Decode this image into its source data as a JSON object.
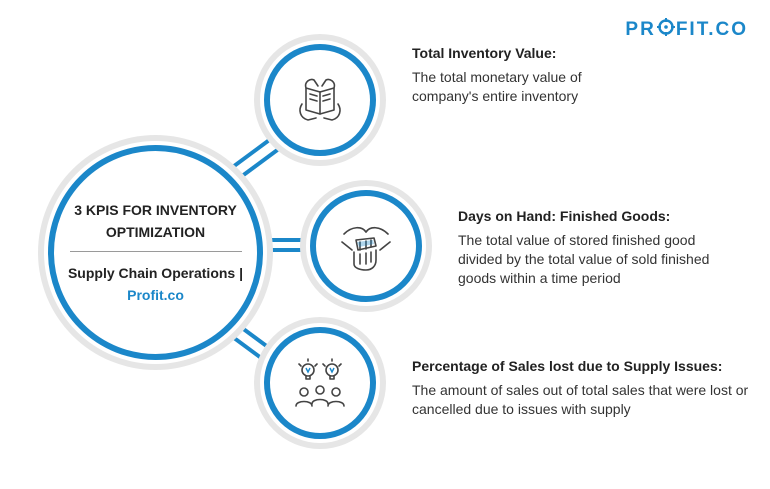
{
  "brand": {
    "logo_pre": "PR",
    "logo_post": "FIT.CO",
    "color": "#1b87c9"
  },
  "center": {
    "title": "3 KPIS FOR INVENTORY OPTIMIZATION",
    "subtitle_prefix": "Supply Chain Operations | ",
    "subtitle_brand": "Profit.co"
  },
  "kpis": [
    {
      "icon": "open-book-hands-icon",
      "heading": "Total Inventory Value:",
      "description": "The total monetary value of company's entire inventory"
    },
    {
      "icon": "stacked-hands-icon",
      "heading": "Days on Hand: Finished Goods:",
      "description": "The total value of stored finished good divided by the total value of sold finished goods within a time period"
    },
    {
      "icon": "team-ideas-icon",
      "heading": "Percentage of Sales lost due to Supply Issues:",
      "description": "The amount of sales out of total sales that were lost or cancelled due to issues with supply"
    }
  ],
  "colors": {
    "accent": "#1b87c9",
    "ring": "#e6e6e6",
    "text": "#222222"
  }
}
